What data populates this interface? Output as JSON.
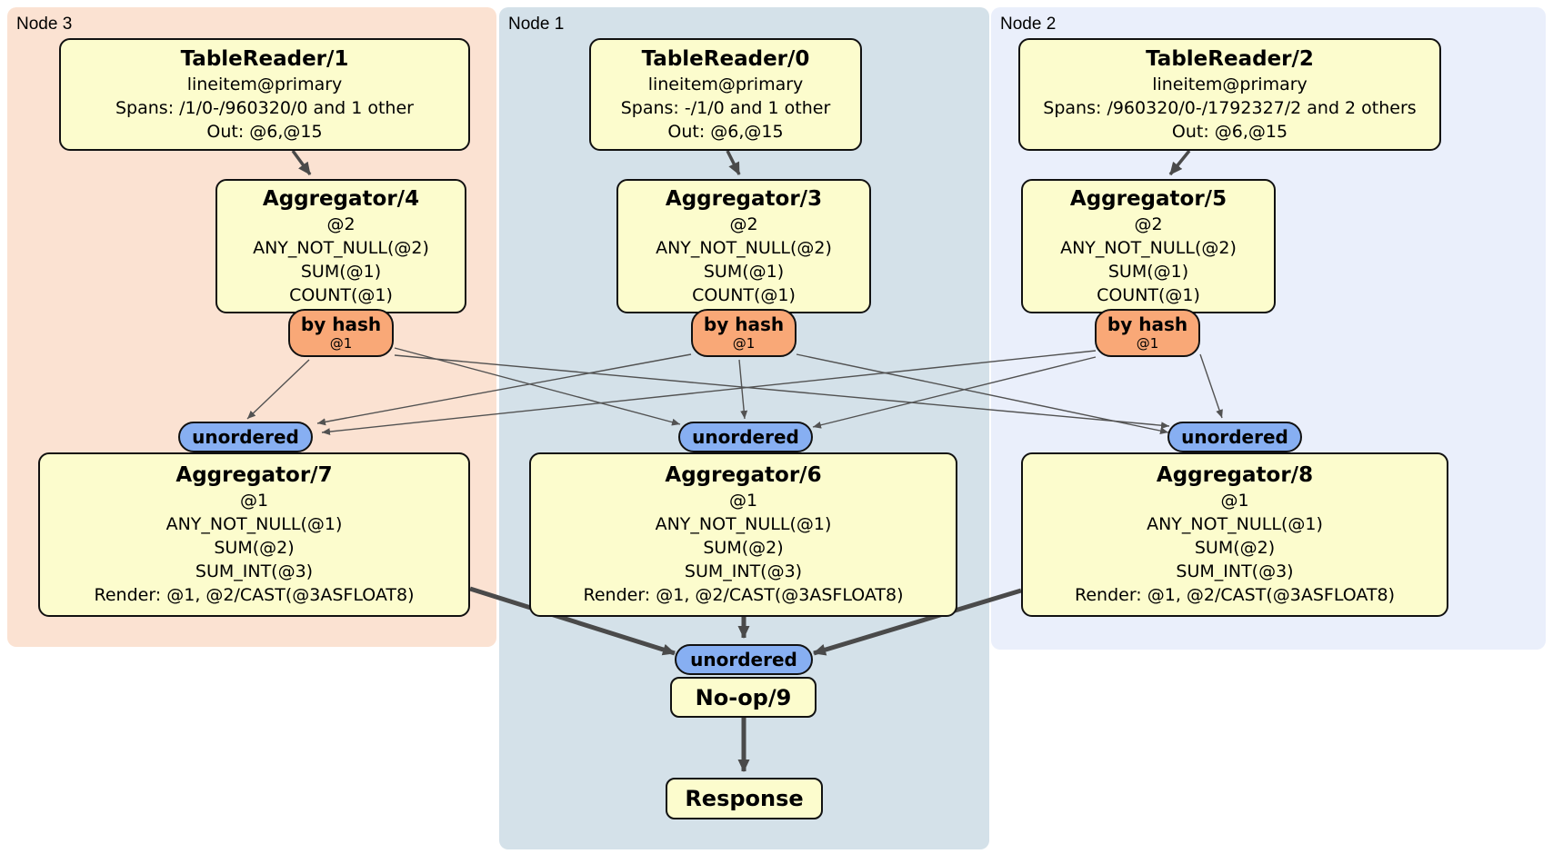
{
  "nodes": {
    "node3": {
      "label": "Node 3"
    },
    "node1": {
      "label": "Node 1"
    },
    "node2": {
      "label": "Node 2"
    }
  },
  "processors": {
    "tablereader1": {
      "title": "TableReader/1",
      "lines": [
        "lineitem@primary",
        "Spans: /1/0-/960320/0 and 1 other",
        "Out: @6,@15"
      ]
    },
    "tablereader0": {
      "title": "TableReader/0",
      "lines": [
        "lineitem@primary",
        "Spans: -/1/0 and 1 other",
        "Out: @6,@15"
      ]
    },
    "tablereader2": {
      "title": "TableReader/2",
      "lines": [
        "lineitem@primary",
        "Spans: /960320/0-/1792327/2 and 2 others",
        "Out: @6,@15"
      ]
    },
    "aggregator4": {
      "title": "Aggregator/4",
      "lines": [
        "@2",
        "ANY_NOT_NULL(@2)",
        "SUM(@1)",
        "COUNT(@1)"
      ]
    },
    "aggregator3": {
      "title": "Aggregator/3",
      "lines": [
        "@2",
        "ANY_NOT_NULL(@2)",
        "SUM(@1)",
        "COUNT(@1)"
      ]
    },
    "aggregator5": {
      "title": "Aggregator/5",
      "lines": [
        "@2",
        "ANY_NOT_NULL(@2)",
        "SUM(@1)",
        "COUNT(@1)"
      ]
    },
    "aggregator7": {
      "title": "Aggregator/7",
      "lines": [
        "@1",
        "ANY_NOT_NULL(@1)",
        "SUM(@2)",
        "SUM_INT(@3)",
        "Render: @1, @2/CAST(@3ASFLOAT8)"
      ]
    },
    "aggregator6": {
      "title": "Aggregator/6",
      "lines": [
        "@1",
        "ANY_NOT_NULL(@1)",
        "SUM(@2)",
        "SUM_INT(@3)",
        "Render: @1, @2/CAST(@3ASFLOAT8)"
      ]
    },
    "aggregator8": {
      "title": "Aggregator/8",
      "lines": [
        "@1",
        "ANY_NOT_NULL(@1)",
        "SUM(@2)",
        "SUM_INT(@3)",
        "Render: @1, @2/CAST(@3ASFLOAT8)"
      ]
    },
    "noop": {
      "title": "No-op/9"
    },
    "response": {
      "title": "Response"
    }
  },
  "router": {
    "label": "by hash",
    "key": "@1"
  },
  "stream": {
    "label": "unordered"
  },
  "colors": {
    "node3_bg": "#fbe2d2",
    "node1_bg": "#d4e1e9",
    "node2_bg": "#eaeffb",
    "processor_fill": "#fcfccd",
    "router_fill": "#f9a877",
    "stream_fill": "#87aff2",
    "border": "#111111",
    "edge": "#4a4a4a"
  }
}
